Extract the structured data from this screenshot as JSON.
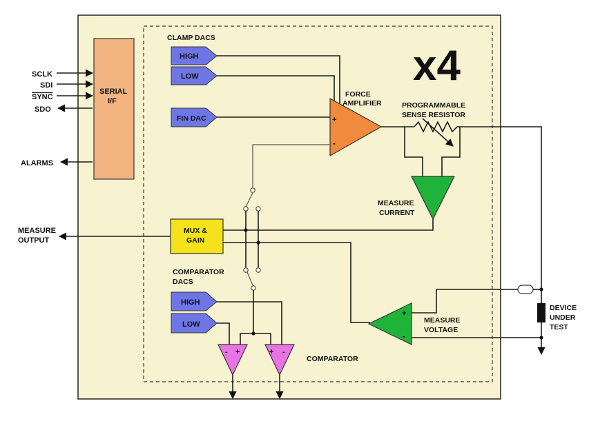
{
  "diagram": {
    "multiplier": "x4",
    "labels": {
      "clamp_dacs": "CLAMP DACS",
      "high": "HIGH",
      "low": "LOW",
      "fin_dac": "FIN DAC",
      "force_amplifier_1": "FORCE",
      "force_amplifier_2": "AMPLIFIER",
      "prog_sense_1": "PROGRAMMABLE",
      "prog_sense_2": "SENSE RESISTOR",
      "serial_if_1": "SERIAL",
      "serial_if_2": "I/F",
      "measure_current_1": "MEASURE",
      "measure_current_2": "CURRENT",
      "mux_gain_1": "MUX &",
      "mux_gain_2": "GAIN",
      "comparator_dacs_1": "COMPARATOR",
      "comparator_dacs_2": "DACS",
      "cmp_high": "HIGH",
      "cmp_low": "LOW",
      "measure_voltage_1": "MEASURE",
      "measure_voltage_2": "VOLTAGE",
      "comparator": "COMPARATOR",
      "dut_1": "DEVICE",
      "dut_2": "UNDER",
      "dut_3": "TEST"
    },
    "signals": {
      "sclk": "SCLK",
      "sdi": "SDI",
      "sync": "SYNC",
      "sdo": "SDO",
      "alarms": "ALARMS",
      "measure_output_1": "MEASURE",
      "measure_output_2": "OUTPUT"
    },
    "colors": {
      "panel": "#f7f3d0",
      "serial_block": "#f2b481",
      "dac_block": "#6e76e6",
      "force_amp": "#f08a3c",
      "measure_amp": "#1fb33a",
      "mux": "#f4e31c",
      "comparator": "#e873e3"
    }
  }
}
